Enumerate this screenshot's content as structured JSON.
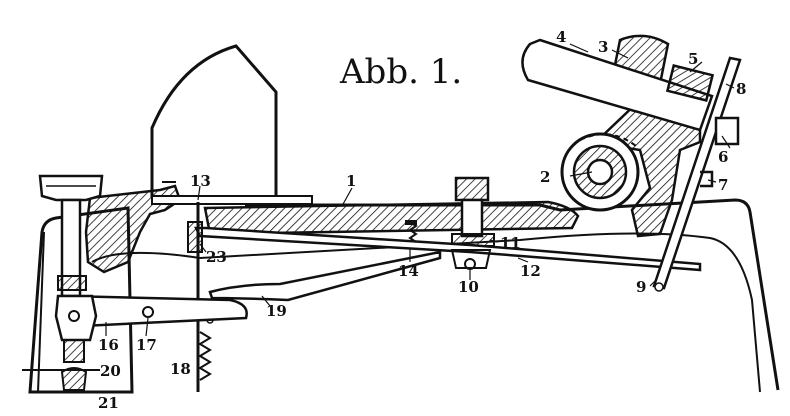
{
  "figure": {
    "title": "Abb. 1.",
    "labels": {
      "l1": "1",
      "l2": "2",
      "l3": "3",
      "l4": "4",
      "l5": "5",
      "l6": "6",
      "l7": "7",
      "l8": "8",
      "l9": "9",
      "l10": "10",
      "l11": "11",
      "l12": "12",
      "l13": "13",
      "l14": "14",
      "l16": "16",
      "l17": "17",
      "l18": "18",
      "l19": "19",
      "l20": "20",
      "l21": "21",
      "l23": "23"
    }
  },
  "colors": {
    "ink": "#111111",
    "hatch": "#111111",
    "paper": "#ffffff"
  }
}
